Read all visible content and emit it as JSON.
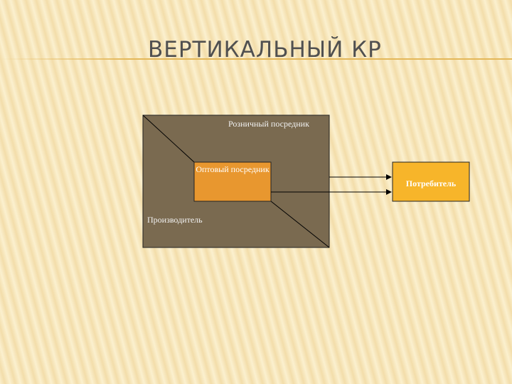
{
  "slide": {
    "title": "ВЕРТИКАЛЬНЫЙ КР"
  },
  "diagram": {
    "retail_label": "Розничный посредник",
    "wholesale_label": "Оптовый посредник",
    "producer_label": "Производитель",
    "consumer_label": "Потребитель"
  },
  "colors": {
    "outer_box": "#7a6a50",
    "wholesale_box": "#e8972f",
    "consumer_box": "#f7b52a",
    "title_rule": "#e4b85a"
  }
}
